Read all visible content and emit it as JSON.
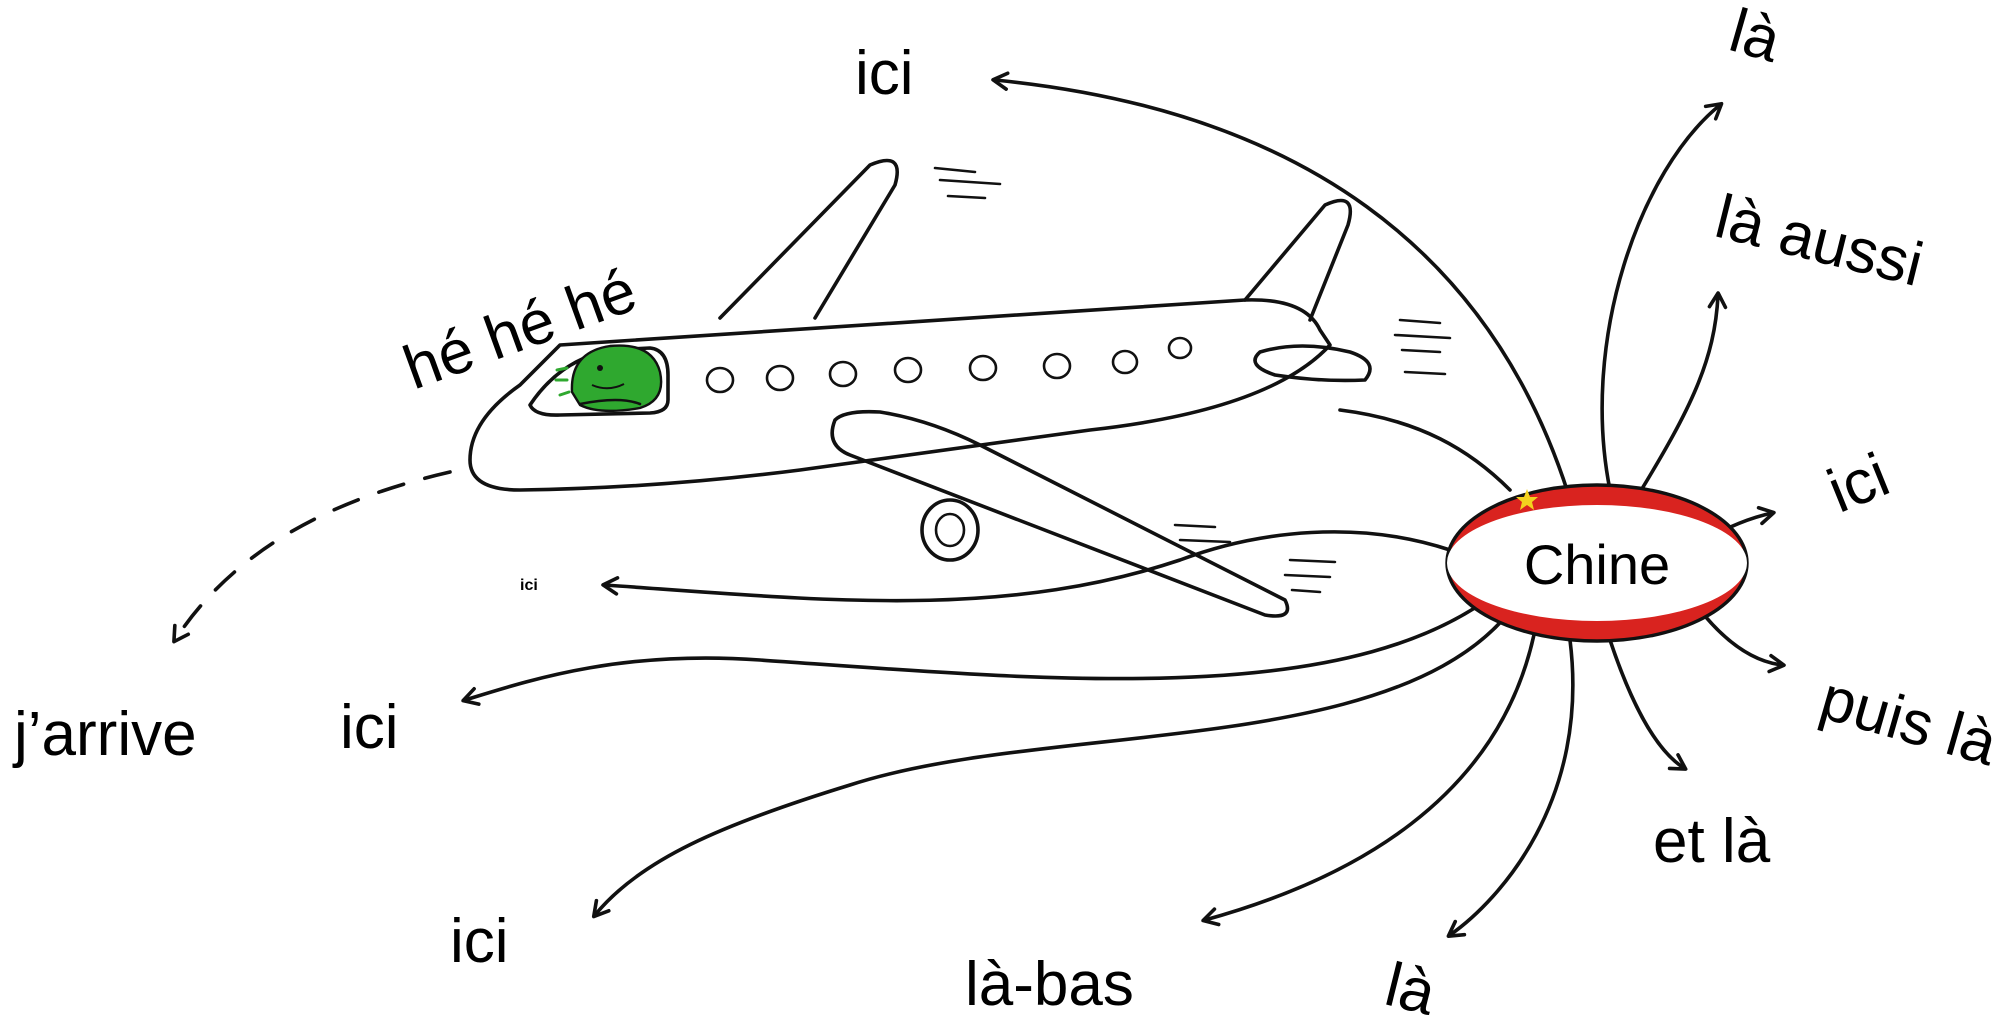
{
  "labels": {
    "top_ici": "ici",
    "top_right_la": "là",
    "la_aussi": "là aussi",
    "right_ici": "ici",
    "puis_la": "puis là",
    "et_la": "et là",
    "bottom_la": "là",
    "la_bas": "là-bas",
    "bottom_ici": "ici",
    "left_ici": "ici",
    "small_ici": "ici",
    "jarrive": "j’arrive",
    "he_he_he": "hé hé hé",
    "china": "Chine"
  },
  "colors": {
    "china_red": "#d9231f",
    "china_star": "#f3d21e",
    "pilot_green": "#2fa82f"
  }
}
